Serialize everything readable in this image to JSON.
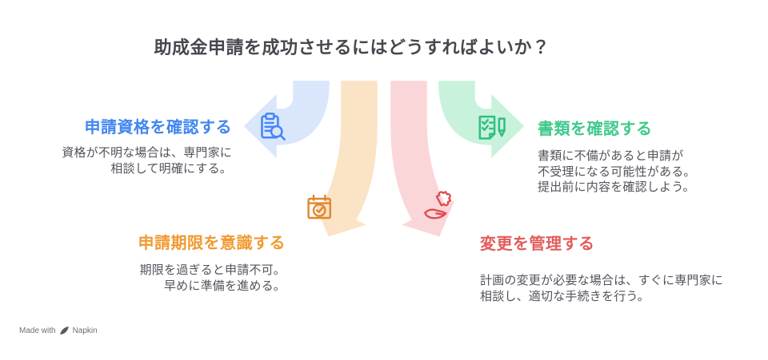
{
  "title": "助成金申請を成功させるにはどうすればよいか？",
  "sections": {
    "eligibility": {
      "heading": "申請資格を確認する",
      "body": "資格が不明な場合は、専門家に\n相談して明確にする。",
      "accent": "#4186F0",
      "arrow_fill": "#D9E6FC",
      "icon": "clipboard-search-icon",
      "icon_color": "#4285F4"
    },
    "documents": {
      "heading": "書類を確認する",
      "body": "書類に不備があると申請が\n不受理になる可能性がある。\n提出前に内容を確認しよう。",
      "accent": "#3FC98B",
      "arrow_fill": "#C9F2DD",
      "icon": "document-checklist-pen-icon",
      "icon_color": "#2FBF7F"
    },
    "deadline": {
      "heading": "申請期限を意識する",
      "body": "期限を過ぎると申請不可。\n早めに準備を進める。",
      "accent": "#F09A33",
      "arrow_fill": "#FBE3C6",
      "icon": "calendar-check-icon",
      "icon_color": "#E0862F"
    },
    "changes": {
      "heading": "変更を管理する",
      "body": "計画の変更が必要な場合は、すぐに専門家に\n相談し、適切な手続きを行う。",
      "accent": "#E25C5C",
      "arrow_fill": "#FBD6D9",
      "icon": "hand-puzzle-icon",
      "icon_color": "#E04B4B"
    }
  },
  "footer": {
    "made_with": "Made with",
    "brand": "Napkin"
  },
  "colors": {
    "title_text": "#47474F",
    "body_text": "#53535C",
    "background": "#FFFFFF",
    "arrow_outline": "#FFFFFF"
  }
}
